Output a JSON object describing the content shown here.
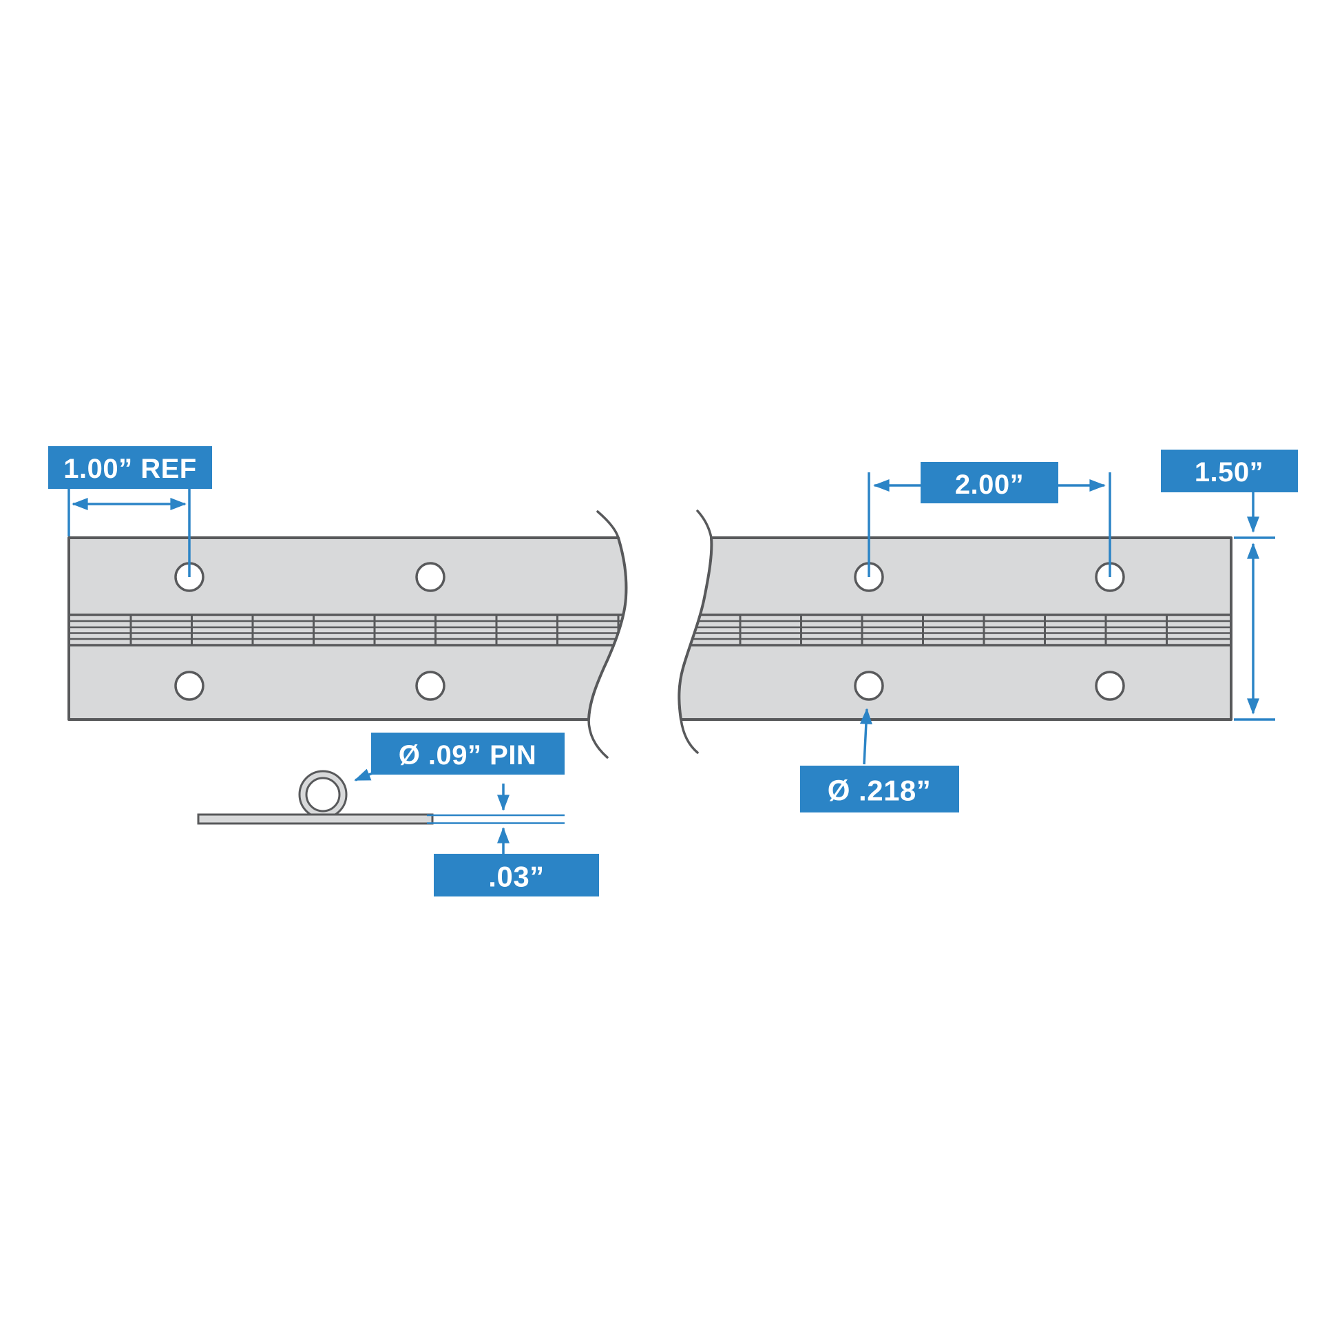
{
  "diagram": {
    "colors": {
      "accent_blue": "#2B84C6",
      "outline_gray": "#58595B",
      "metal_fill": "#D8D9DA",
      "hole_fill": "#FFFFFF",
      "label_text": "#FFFFFF",
      "background": "#FFFFFF"
    },
    "labels": {
      "hole_offset_ref": "1.00” REF",
      "hole_spacing": "2.00”",
      "leaf_width": "1.50”",
      "pin_diameter": "Ø .09” PIN",
      "material_thickness": ".03”",
      "hole_diameter": "Ø .218”"
    }
  }
}
